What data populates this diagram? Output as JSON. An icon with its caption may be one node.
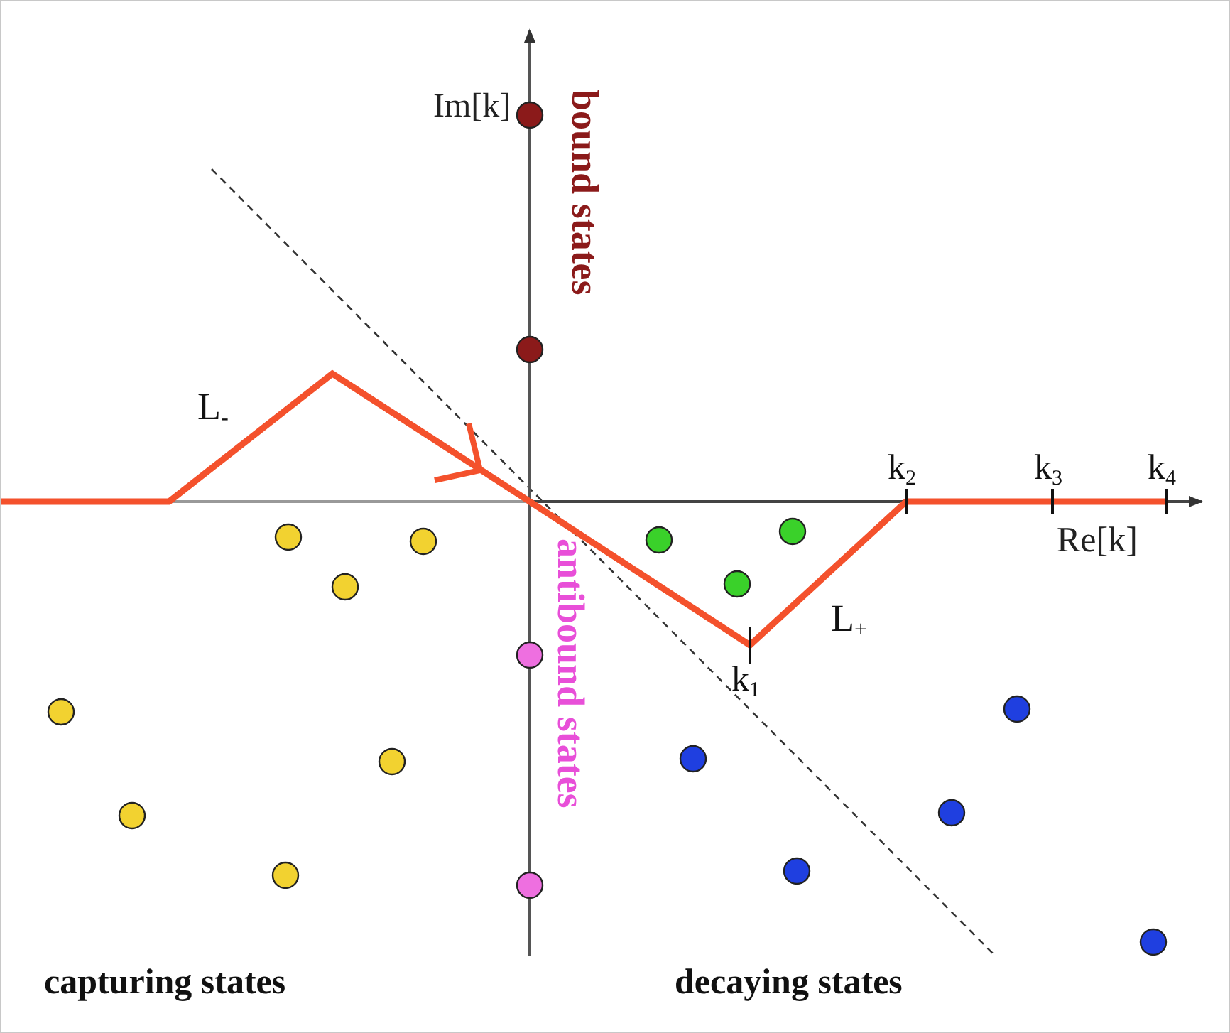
{
  "diagram": {
    "labels": [
      "Im[k]",
      "bound states",
      "L$_{-}$",
      "k$_{2}$",
      "k$_{3}$",
      "k$_{4}$",
      "Re[k]",
      "L$_{+}$",
      "k$_{1}$",
      "antibound states",
      "capturing states",
      "decaying states"
    ]
  }
}
